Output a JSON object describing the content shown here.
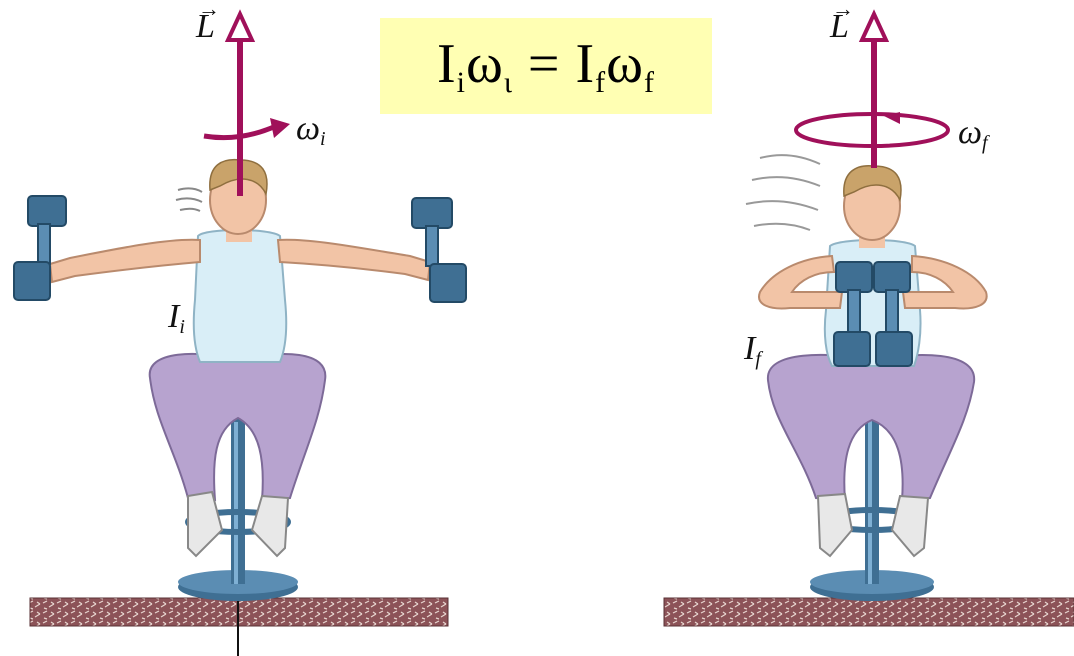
{
  "equation": {
    "I1": "I",
    "i_sub": "i",
    "w1": "ω",
    "iota_sub": "ι",
    "eq": "=",
    "I2": "I",
    "f_sub": "f",
    "w2": "ω",
    "f_sub2": "f"
  },
  "left": {
    "L_label": "L",
    "omega_label": "ω",
    "omega_sub": "i",
    "I_label": "I",
    "I_sub": "i"
  },
  "right": {
    "L_label": "L",
    "omega_label": "ω",
    "omega_sub": "f",
    "I_label": "I",
    "I_sub": "f"
  },
  "colors": {
    "vector": "#a0105a",
    "shirt": "#d9eef7",
    "pants": "#b7a3cf",
    "skin": "#f2c4a6",
    "hair": "#c9a36a",
    "metal": "#3f6f93",
    "floor": "#8c5358",
    "eq_bg": "#ffffb3"
  }
}
